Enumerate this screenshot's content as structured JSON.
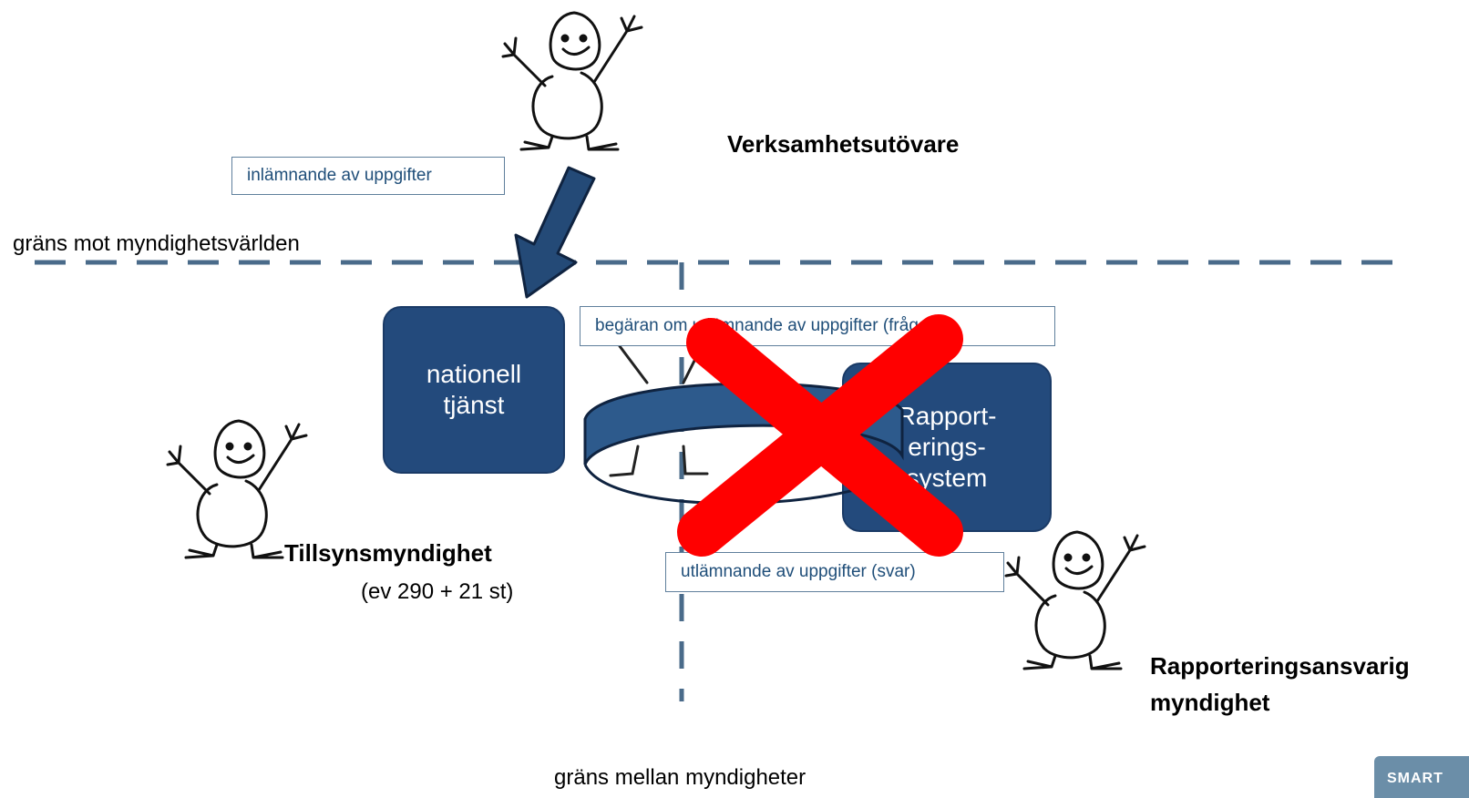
{
  "actors": {
    "top": {
      "name": "Verksamhetsutövare"
    },
    "left": {
      "name": "Tillsynsmyndighet",
      "note": "(ev 290 + 21 st)"
    },
    "right": {
      "name_line1": "Rapporteringsansvarig",
      "name_line2": "myndighet"
    }
  },
  "boundaries": {
    "authority_world": "gräns mot myndighetsvärlden",
    "between_authorities": "gräns mellan myndigheter"
  },
  "boxes": {
    "national_service": {
      "line1": "nationell",
      "line2": "tjänst"
    },
    "reporting_system": {
      "line1": "Rapport-",
      "line2": "erings-",
      "line3": "system"
    }
  },
  "flows": {
    "submission": "inlämnande av uppgifter",
    "request": "begäran om utlämnande av uppgifter (fråga)",
    "response": "utlämnande av uppgifter (svar)"
  },
  "colors": {
    "box": "#234a7c",
    "dash": "#4a6b8a",
    "cross": "#ff0000"
  },
  "logo": {
    "text": "SMART"
  }
}
